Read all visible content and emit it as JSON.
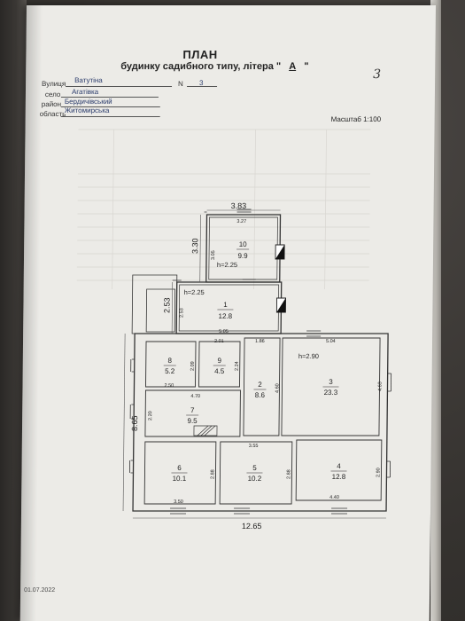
{
  "header": {
    "title": "ПЛАН",
    "subtitle_prefix": "будинку садибного типу, літера \"",
    "letter": "А",
    "subtitle_suffix": "\"",
    "handwritten_number": "3"
  },
  "fields": {
    "street_label": "Вулиця",
    "street_value": "Ватутіна",
    "number_label": "N",
    "number_value": "3",
    "village_label": "село",
    "village_value": "Агатівка",
    "district_label": "район",
    "district_value": "Бердичівський",
    "region_label": "область",
    "region_value": "Житомирська"
  },
  "scale_label": "Масштаб 1:100",
  "footer_date": "01.07.2022",
  "plan": {
    "top_width": "3.83",
    "top_height": "3.30",
    "porch_height": "2.53",
    "total_height": "8.65",
    "total_width": "12.65",
    "dims": {
      "d327": "3.27",
      "d305": "3.05",
      "d253": "2.53",
      "d505": "5.05",
      "d201": "2.01",
      "d186": "1.86",
      "d504": "5.04",
      "d209": "2.09",
      "d224": "2.24",
      "d250": "2.50",
      "d470": "4.70",
      "d220": "2.20",
      "d460": "4.60",
      "d463": "4.63",
      "d355": "3.55",
      "d288a": "2.88",
      "d288b": "2.88",
      "d290": "2.90",
      "d350": "3.50",
      "d440": "4.40"
    },
    "heights": {
      "h_top": "h=2.25",
      "h_mid": "h=2.25",
      "h_main": "h=2.90"
    },
    "rooms": [
      {
        "num": "10",
        "area": "9.9"
      },
      {
        "num": "1",
        "area": "12.8"
      },
      {
        "num": "8",
        "area": "5.2"
      },
      {
        "num": "9",
        "area": "4.5"
      },
      {
        "num": "2",
        "area": "8.6"
      },
      {
        "num": "3",
        "area": "23.3"
      },
      {
        "num": "7",
        "area": "9.5"
      },
      {
        "num": "6",
        "area": "10.1"
      },
      {
        "num": "5",
        "area": "10.2"
      },
      {
        "num": "4",
        "area": "12.8"
      }
    ]
  }
}
